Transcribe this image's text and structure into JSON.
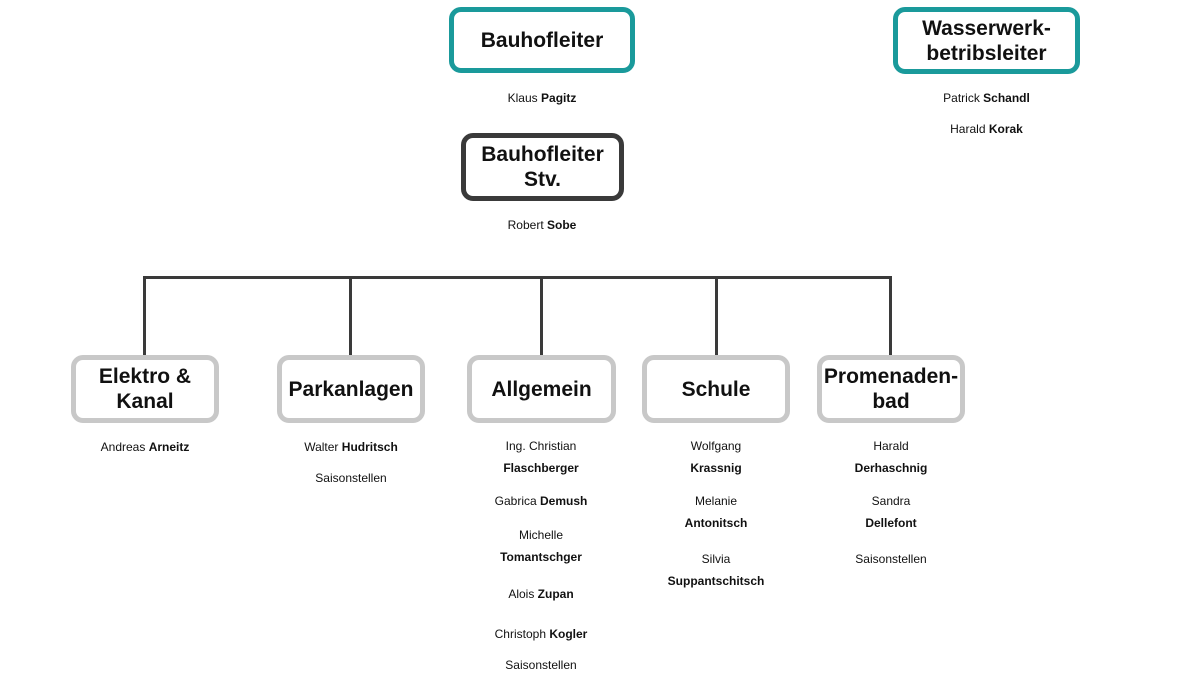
{
  "colors": {
    "leader_border": "#1a9a9b",
    "deputy_border": "#3a3a3a",
    "dept_border": "#c8c8c8",
    "connector": "#3a3a3a"
  },
  "leaders": {
    "bauhofleiter": {
      "title": "Bauhofleiter",
      "people": [
        {
          "first": "Klaus",
          "last": "Pagitz"
        }
      ]
    },
    "wasserwerk": {
      "title": "Wasserwerk-\nbetribsleiter",
      "people": [
        {
          "first": "Patrick",
          "last": "Schandl"
        },
        {
          "first": "Harald",
          "last": "Korak"
        }
      ]
    },
    "deputy": {
      "title": "Bauhofleiter\nStv.",
      "people": [
        {
          "first": "Robert",
          "last": "Sobe"
        }
      ]
    }
  },
  "departments": [
    {
      "title": "Elektro &\nKanal",
      "people": [
        {
          "first": "Andreas",
          "last": "Arneitz"
        }
      ]
    },
    {
      "title": "Parkanlagen",
      "people": [
        {
          "first": "Walter",
          "last": "Hudritsch"
        },
        {
          "first": "Saisonstellen",
          "last": ""
        }
      ]
    },
    {
      "title": "Allgemein",
      "people": [
        {
          "first": "Ing. Christian",
          "last": "Flaschberger"
        },
        {
          "first": "Gabrica",
          "last": "Demush"
        },
        {
          "first": "Michelle",
          "last": "Tomantschger"
        },
        {
          "first": "Alois",
          "last": "Zupan"
        },
        {
          "first": "Christoph",
          "last": "Kogler"
        },
        {
          "first": "Saisonstellen",
          "last": ""
        }
      ]
    },
    {
      "title": "Schule",
      "people": [
        {
          "first": "Wolfgang",
          "last": "Krassnig"
        },
        {
          "first": "Melanie",
          "last": "Antonitsch"
        },
        {
          "first": "Silvia",
          "last": "Suppantschitsch"
        }
      ]
    },
    {
      "title": "Promenaden-\nbad",
      "people": [
        {
          "first": "Harald",
          "last": "Derhaschnig"
        },
        {
          "first": "Sandra",
          "last": "Dellefont"
        },
        {
          "first": "Saisonstellen",
          "last": ""
        }
      ]
    }
  ]
}
